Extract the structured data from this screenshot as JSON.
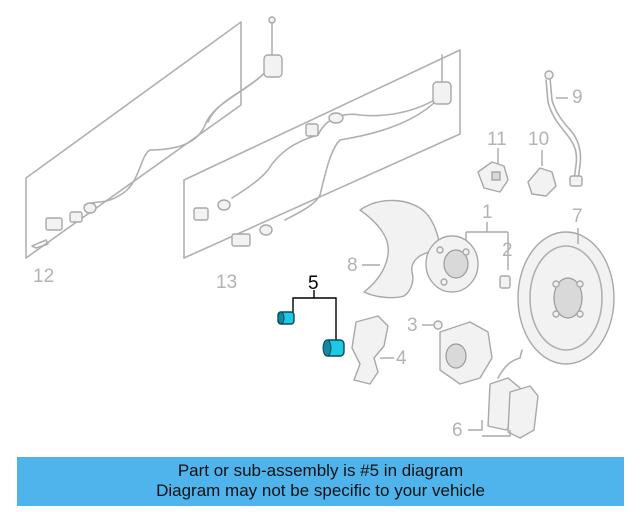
{
  "callouts": {
    "c1": "1",
    "c2": "2",
    "c3": "3",
    "c4": "4",
    "c5": "5",
    "c6": "6",
    "c7": "7",
    "c8": "8",
    "c9": "9",
    "c10": "10",
    "c11": "11",
    "c12": "12",
    "c13": "13"
  },
  "highlight": {
    "part_number": "5",
    "color": "#1ec9e6"
  },
  "banner": {
    "line1": "Part or sub-assembly is #5 in diagram",
    "line2": "Diagram may not be specific to your vehicle",
    "background": "#4fb4ec"
  }
}
